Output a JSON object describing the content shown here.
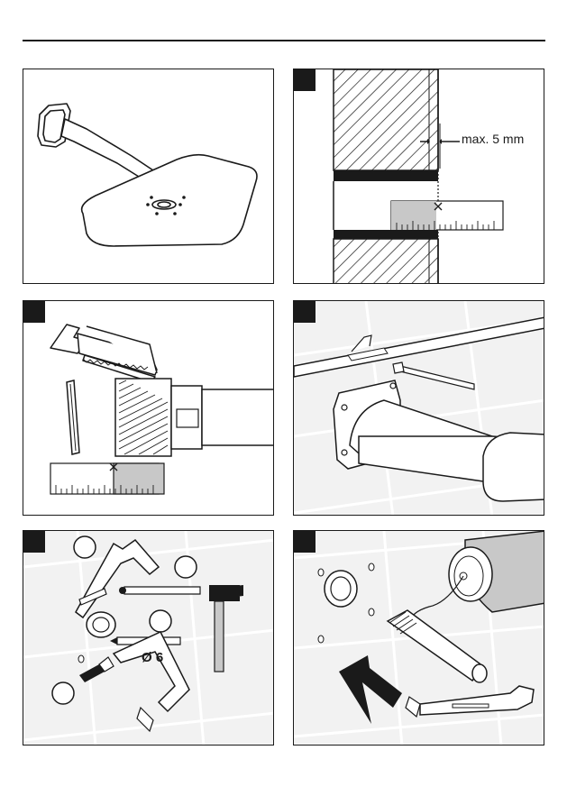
{
  "steps": [
    {
      "id": "overview",
      "badge": false
    },
    {
      "id": "step-1",
      "badge": true,
      "measurement_label": "max. 5 mm"
    },
    {
      "id": "step-2",
      "badge": true
    },
    {
      "id": "step-3",
      "badge": true
    },
    {
      "id": "step-4",
      "badge": true,
      "drill_label": "Ø 6"
    },
    {
      "id": "step-5",
      "badge": true
    }
  ],
  "colors": {
    "ink": "#1a1a1a",
    "grey": "#c8c8c8",
    "tile_bg": "#f2f2f2"
  }
}
